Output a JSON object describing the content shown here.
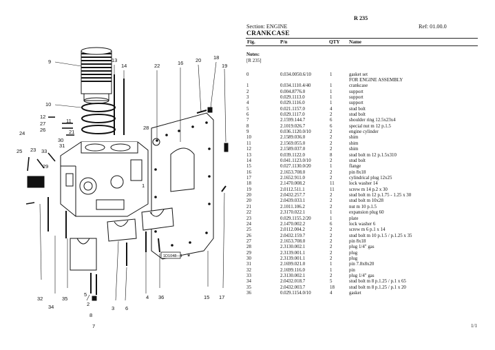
{
  "page": {
    "code": "R 235",
    "section": "Section: ENGINE",
    "ref": "Ref: 01.00.0",
    "title": "CRANKCASE",
    "page_no": "1/1"
  },
  "table": {
    "headers": {
      "fig": "Fig.",
      "pn": "P/n",
      "qty": "QTY",
      "name": "Name"
    },
    "notes_label": "Notes:",
    "notes_value": "[R 235]",
    "rows": [
      {
        "fig": "0",
        "pn": "0.034.0050.6/10",
        "qty": "1",
        "name": "gasket set"
      },
      {
        "fig": "",
        "pn": "",
        "qty": "",
        "name": "FOR ENGINE ASSEMBLY"
      },
      {
        "fig": "1",
        "pn": "0.034.1110.4/40",
        "qty": "1",
        "name": "crankcase"
      },
      {
        "fig": "2",
        "pn": "0.004.8776.0",
        "qty": "1",
        "name": "support"
      },
      {
        "fig": "3",
        "pn": "0.029.1113.0",
        "qty": "1",
        "name": "support"
      },
      {
        "fig": "4",
        "pn": "0.029.1116.0",
        "qty": "1",
        "name": "support"
      },
      {
        "fig": "5",
        "pn": "0.021.1157.0",
        "qty": "4",
        "name": "stud bolt"
      },
      {
        "fig": "6",
        "pn": "0.029.1117.0",
        "qty": "2",
        "name": "stud bolt"
      },
      {
        "fig": "7",
        "pn": "2.1599.144.7",
        "qty": "6",
        "name": "shoulder ring 12.5x23x4"
      },
      {
        "fig": "8",
        "pn": "2.1019.026.7",
        "qty": "6",
        "name": "special nut m 12 p.1.5"
      },
      {
        "fig": "9",
        "pn": "0.036.1120.0/10",
        "qty": "2",
        "name": "engine cylinder"
      },
      {
        "fig": "10",
        "pn": "2.1589.036.0",
        "qty": "2",
        "name": "shim"
      },
      {
        "fig": "11",
        "pn": "2.1569.055.0",
        "qty": "2",
        "name": "shim"
      },
      {
        "fig": "12",
        "pn": "2.1589.037.0",
        "qty": "2",
        "name": "shim"
      },
      {
        "fig": "13",
        "pn": "0.039.1122.0",
        "qty": "8",
        "name": "stud bolt m 12 p.1.5x310"
      },
      {
        "fig": "14",
        "pn": "0.041.1123.0/10",
        "qty": "2",
        "name": "stud bolt"
      },
      {
        "fig": "15",
        "pn": "0.027.1130.0/20",
        "qty": "1",
        "name": "flange"
      },
      {
        "fig": "16",
        "pn": "2.1653.708.0",
        "qty": "2",
        "name": "pin 8x18"
      },
      {
        "fig": "17",
        "pn": "2.1652.911.0",
        "qty": "2",
        "name": "cylindrical plug 12x25"
      },
      {
        "fig": "18",
        "pn": "2.1470.008.2",
        "qty": "11",
        "name": "lock washer 14"
      },
      {
        "fig": "19",
        "pn": "2.0112.511.1",
        "qty": "11",
        "name": "screw m 14 p.2 x 30"
      },
      {
        "fig": "20",
        "pn": "2.0432.257.7",
        "qty": "2",
        "name": "stud bolt m 12 p.1.75 - 1.25 x 30"
      },
      {
        "fig": "20",
        "pn": "2.0439.033.1",
        "qty": "2",
        "name": "stud bolt m 10x28"
      },
      {
        "fig": "21",
        "pn": "2.1011.106.2",
        "qty": "2",
        "name": "nut m 10 p.1.5"
      },
      {
        "fig": "22",
        "pn": "2.3170.022.1",
        "qty": "1",
        "name": "expansion plug 60"
      },
      {
        "fig": "23",
        "pn": "0.029.1155.2/20",
        "qty": "1",
        "name": "plate"
      },
      {
        "fig": "24",
        "pn": "2.1470.002.2",
        "qty": "6",
        "name": "lock washer 6"
      },
      {
        "fig": "25",
        "pn": "2.0112.004.2",
        "qty": "2",
        "name": "screw m 6 p.1 x 14"
      },
      {
        "fig": "26",
        "pn": "2.0432.159.7",
        "qty": "2",
        "name": "stud bolt m 10 p.1.5 / p.1.25 x 35"
      },
      {
        "fig": "27",
        "pn": "2.1653.708.0",
        "qty": "2",
        "name": "pin 8x18"
      },
      {
        "fig": "28",
        "pn": "2.3130.002.1",
        "qty": "2",
        "name": "plug 1/4\" gas"
      },
      {
        "fig": "29",
        "pn": "2.3139.001.1",
        "qty": "2",
        "name": "plug"
      },
      {
        "fig": "30",
        "pn": "2.3139.001.1",
        "qty": "2",
        "name": "plug"
      },
      {
        "fig": "31",
        "pn": "2.1699.021.0",
        "qty": "1",
        "name": "pin 7.8x8x20"
      },
      {
        "fig": "32",
        "pn": "2.1699.116.0",
        "qty": "1",
        "name": "pin"
      },
      {
        "fig": "33",
        "pn": "2.3130.002.1",
        "qty": "2",
        "name": "plug 1/4\" gas"
      },
      {
        "fig": "34",
        "pn": "2.0432.018.7",
        "qty": "5",
        "name": "stud bolt m 8 p.1.25 / p.1 x 65"
      },
      {
        "fig": "35",
        "pn": "2.0432.003.7",
        "qty": "18",
        "name": "stud bolt m 8 p.1.25 / p.1 x 20"
      },
      {
        "fig": "36",
        "pn": "0.029.1154.0/10",
        "qty": "4",
        "name": "gasket"
      }
    ]
  },
  "diagram": {
    "callouts": [
      "9",
      "13",
      "14",
      "22",
      "16",
      "20",
      "18",
      "19",
      "10",
      "12",
      "27",
      "26",
      "28",
      "24",
      "30",
      "31",
      "23",
      "33",
      "25",
      "29",
      "11",
      "21",
      "1",
      "2",
      "8",
      "3",
      "6",
      "4",
      "5",
      "7",
      "32",
      "34",
      "35",
      "36",
      "15",
      "17"
    ],
    "stamp": "1D1048—1",
    "asterisk": "*"
  }
}
